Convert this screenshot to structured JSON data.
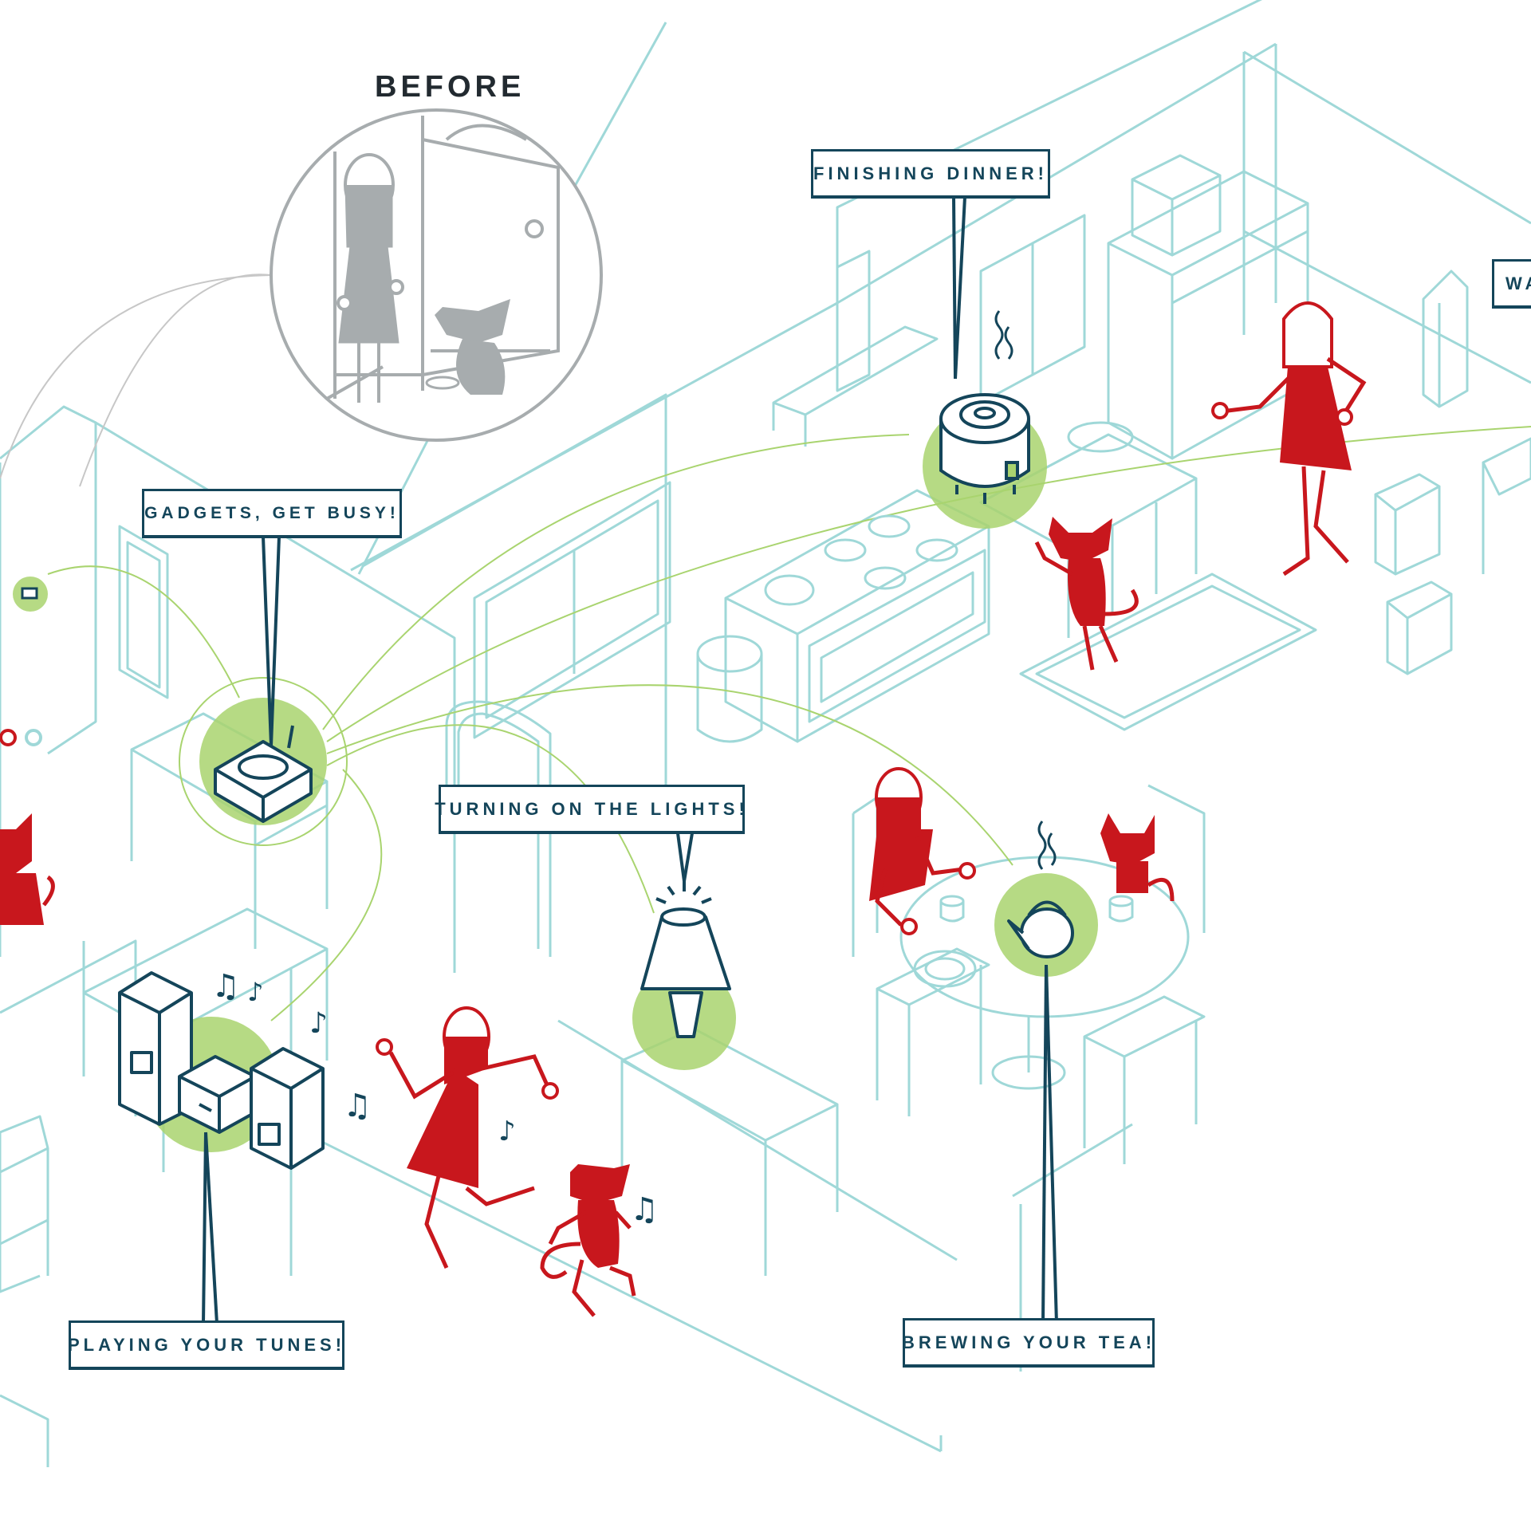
{
  "before_title": "BEFORE",
  "callouts": {
    "gadgets": "GADGETS, GET BUSY!",
    "dinner": "FINISHING DINNER!",
    "lights": "TURNING ON THE LIGHTS!",
    "tunes": "PLAYING YOUR TUNES!",
    "tea": "BREWING YOUR TEA!",
    "partial": "WA"
  },
  "colors": {
    "outline": "#9fd8d8",
    "accent_green": "#a9d46f",
    "device_navy": "#14455a",
    "figure_red": "#c8171d",
    "before_gray": "#a7acae",
    "link_green": "#a9d46f"
  },
  "icons": [
    "hub-icon",
    "rice-cooker-icon",
    "lamp-icon",
    "stereo-icon",
    "kettle-icon",
    "music-note-icon",
    "steam-icon"
  ]
}
